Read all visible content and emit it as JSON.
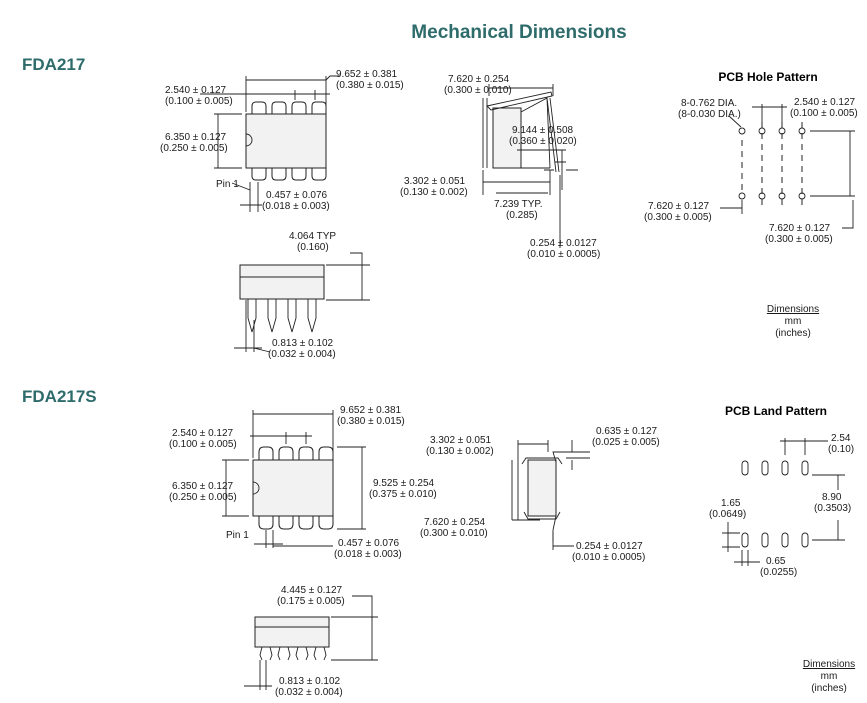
{
  "title": "Mechanical Dimensions",
  "sections": {
    "fda217": {
      "name": "FDA217",
      "top": {
        "pitch": [
          "2.540 ± 0.127",
          "(0.100 ± 0.005)"
        ],
        "length": [
          "9.652 ± 0.381",
          "(0.380 ± 0.015)"
        ],
        "width": [
          "6.350 ± 0.127",
          "(0.250 ± 0.005)"
        ],
        "pin1": "Pin 1",
        "lead_width": [
          "0.457 ± 0.076",
          "(0.018 ± 0.003)"
        ]
      },
      "side": {
        "span": [
          "7.620 ± 0.254",
          "(0.300 ± 0.010)"
        ],
        "spread": [
          "9.144 ± 0.508",
          "(0.360 ± 0.020)"
        ],
        "standoff": [
          "3.302 ± 0.051",
          "(0.130 ± 0.002)"
        ],
        "typ": [
          "7.239 TYP.",
          "(0.285)"
        ],
        "lead_thick": [
          "0.254 ± 0.0127",
          "(0.010 ± 0.0005)"
        ]
      },
      "front": {
        "height": [
          "4.064 TYP",
          "(0.160)"
        ],
        "shoulder": [
          "0.813 ± 0.102",
          "(0.032 ± 0.004)"
        ]
      },
      "pcb": {
        "title": "PCB Hole Pattern",
        "dia": [
          "8-0.762 DIA.",
          "(8-0.030 DIA.)"
        ],
        "pitch": [
          "2.540 ± 0.127",
          "(0.100 ± 0.005)"
        ],
        "row_left": [
          "7.620 ± 0.127",
          "(0.300 ± 0.005)"
        ],
        "row_right": [
          "7.620 ± 0.127",
          "(0.300 ± 0.005)"
        ]
      },
      "units": [
        "Dimensions",
        "mm",
        "(inches)"
      ]
    },
    "fda217s": {
      "name": "FDA217S",
      "top": {
        "pitch": [
          "2.540 ± 0.127",
          "(0.100 ± 0.005)"
        ],
        "length": [
          "9.652 ± 0.381",
          "(0.380 ± 0.015)"
        ],
        "width": [
          "6.350 ± 0.127",
          "(0.250 ± 0.005)"
        ],
        "span": [
          "9.525 ± 0.254",
          "(0.375 ± 0.010)"
        ],
        "pin1": "Pin 1",
        "lead_width": [
          "0.457 ± 0.076",
          "(0.018 ± 0.003)"
        ]
      },
      "side": {
        "standoff": [
          "3.302 ± 0.051",
          "(0.130 ± 0.002)"
        ],
        "foot": [
          "0.635 ± 0.127",
          "(0.025 ± 0.005)"
        ],
        "span": [
          "7.620 ± 0.254",
          "(0.300 ± 0.010)"
        ],
        "lead_thick": [
          "0.254 ± 0.0127",
          "(0.010 ± 0.0005)"
        ]
      },
      "front": {
        "height": [
          "4.445 ± 0.127",
          "(0.175 ± 0.005)"
        ],
        "shoulder": [
          "0.813 ± 0.102",
          "(0.032 ± 0.004)"
        ]
      },
      "pcb": {
        "title": "PCB Land Pattern",
        "pitch": [
          "2.54",
          "(0.10)"
        ],
        "row": [
          "8.90",
          "(0.3503)"
        ],
        "pad_len": [
          "1.65",
          "(0.0649)"
        ],
        "pad_w": [
          "0.65",
          "(0.0255)"
        ]
      },
      "units": [
        "Dimensions",
        "mm",
        "(inches)"
      ]
    }
  },
  "colors": {
    "heading": "#2e6b6b",
    "line": "#222222",
    "package_fill": "#f2f2f2"
  }
}
